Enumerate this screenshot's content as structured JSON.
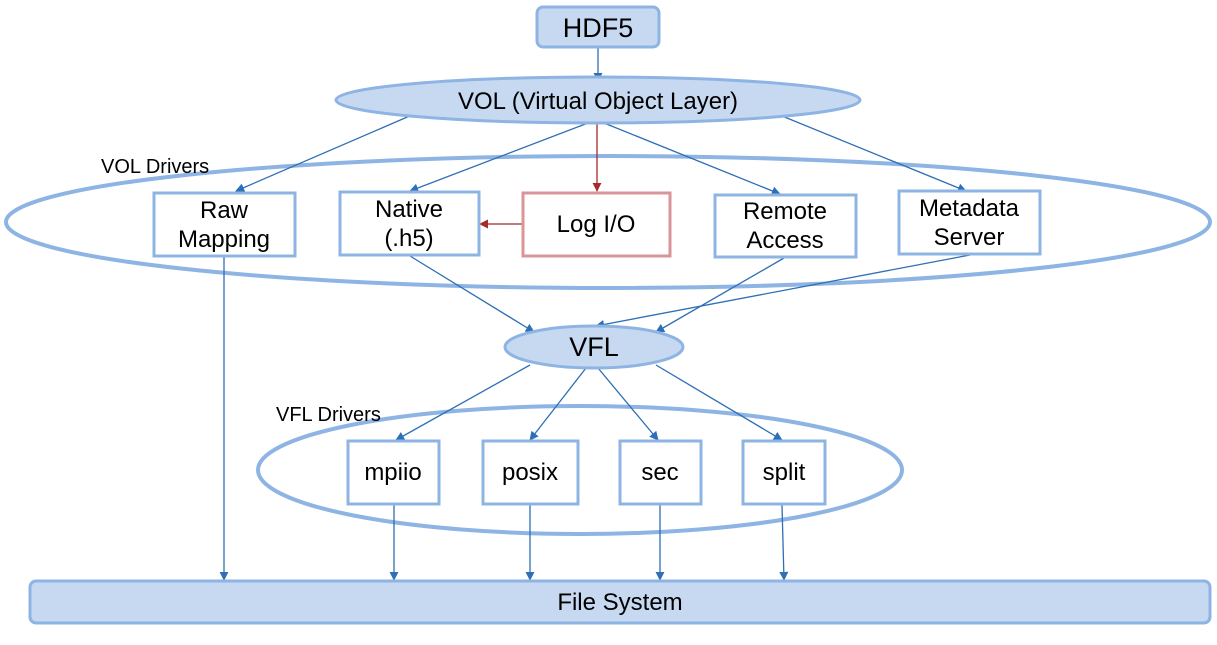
{
  "diagram": {
    "hdf5": "HDF5",
    "vol": "VOL (Virtual Object Layer)",
    "vol_drivers_label": "VOL Drivers",
    "vol_drivers": {
      "raw_mapping": [
        "Raw",
        "Mapping"
      ],
      "native": [
        "Native",
        "(.h5)"
      ],
      "log_io": "Log I/O",
      "remote_access": [
        "Remote",
        "Access"
      ],
      "metadata_server": [
        "Metadata",
        "Server"
      ]
    },
    "vfl": "VFL",
    "vfl_drivers_label": "VFL Drivers",
    "vfl_drivers": {
      "mpiio": "mpiio",
      "posix": "posix",
      "sec": "sec",
      "split": "split"
    },
    "file_system": "File System"
  },
  "colors": {
    "fill": "#c6d9f1",
    "stroke": "#8eb4e3",
    "arrow_blue": "#2e6fb5",
    "arrow_red": "#a52a2a",
    "log_io_stroke": "#d9959a"
  }
}
